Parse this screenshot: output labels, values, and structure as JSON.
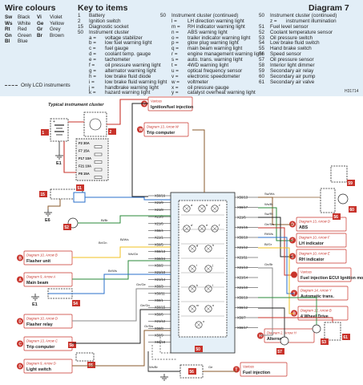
{
  "header": {
    "wire_colours_title": "Wire colours",
    "key_title": "Key to items",
    "diagram_title": "Diagram 7"
  },
  "wire_colours": [
    {
      "code": "Sw",
      "name": "Black",
      "code2": "Vi",
      "name2": "Violet"
    },
    {
      "code": "Ws",
      "name": "White",
      "code2": "Ge",
      "name2": "Yellow"
    },
    {
      "code": "Rt",
      "name": "Red",
      "code2": "Gr",
      "name2": "Grey"
    },
    {
      "code": "Gn",
      "name": "Green",
      "code2": "Br",
      "name2": "Brown"
    },
    {
      "code": "Bl",
      "name": "Blue",
      "code2": "",
      "name2": ""
    }
  ],
  "lcd_note": "Only LCD instruments",
  "key_col1": [
    {
      "num": "1",
      "ind": "",
      "text": "Battery"
    },
    {
      "num": "2",
      "ind": "",
      "text": "Ignition switch"
    },
    {
      "num": "15",
      "ind": "",
      "text": "Diagnostic socket"
    },
    {
      "num": "50",
      "ind": "",
      "text": "Instrument cluster"
    },
    {
      "num": "",
      "ind": "a =",
      "text": "voltage stabilizer"
    },
    {
      "num": "",
      "ind": "b =",
      "text": "low fuel warning light"
    },
    {
      "num": "",
      "ind": "c =",
      "text": "fuel gauge"
    },
    {
      "num": "",
      "ind": "d =",
      "text": "coolant temp. gauge"
    },
    {
      "num": "",
      "ind": "e =",
      "text": "tachometer"
    },
    {
      "num": "",
      "ind": "f =",
      "text": "oil pressure warning light"
    },
    {
      "num": "",
      "ind": "g =",
      "text": "alternator warning light"
    },
    {
      "num": "",
      "ind": "h =",
      "text": "low brake fluid diode"
    },
    {
      "num": "",
      "ind": "i =",
      "text": "low brake fluid warning light"
    },
    {
      "num": "",
      "ind": "j =",
      "text": "handbrake warning light"
    },
    {
      "num": "",
      "ind": "k =",
      "text": "hazard warning light"
    }
  ],
  "key_col2": [
    {
      "num": "50",
      "ind": "",
      "text": "Instrument cluster (continued)"
    },
    {
      "num": "",
      "ind": "l =",
      "text": "LH direction warning light"
    },
    {
      "num": "",
      "ind": "m =",
      "text": "RH indicator warning light"
    },
    {
      "num": "",
      "ind": "n =",
      "text": "ABS warning light"
    },
    {
      "num": "",
      "ind": "o =",
      "text": "trailer indicator warning light"
    },
    {
      "num": "",
      "ind": "p =",
      "text": "glow plug warning light"
    },
    {
      "num": "",
      "ind": "q =",
      "text": "main beam warning light"
    },
    {
      "num": "",
      "ind": "r =",
      "text": "engine management warning light"
    },
    {
      "num": "",
      "ind": "s =",
      "text": "auto. trans. warning light"
    },
    {
      "num": "",
      "ind": "t =",
      "text": "4WD warning light"
    },
    {
      "num": "",
      "ind": "u =",
      "text": "optical frequency sensor"
    },
    {
      "num": "",
      "ind": "v =",
      "text": "electronic speedometer"
    },
    {
      "num": "",
      "ind": "w =",
      "text": "voltmeter"
    },
    {
      "num": "",
      "ind": "x =",
      "text": "oil pressure gauge"
    },
    {
      "num": "",
      "ind": "y =",
      "text": "catalyst overheat warning light"
    }
  ],
  "key_col3": [
    {
      "num": "50",
      "ind": "",
      "text": "Instrument cluster (continued)"
    },
    {
      "num": "",
      "ind": "z =",
      "text": "instrument illumination"
    },
    {
      "num": "51",
      "ind": "",
      "text": "Fuel level sensor"
    },
    {
      "num": "52",
      "ind": "",
      "text": "Coolant temperature sensor"
    },
    {
      "num": "53",
      "ind": "",
      "text": "Oil pressure switch"
    },
    {
      "num": "54",
      "ind": "",
      "text": "Low brake fluid switch"
    },
    {
      "num": "55",
      "ind": "",
      "text": "Hand brake switch"
    },
    {
      "num": "56",
      "ind": "",
      "text": "Speed sensor"
    },
    {
      "num": "57",
      "ind": "",
      "text": "Oil pressure sensor"
    },
    {
      "num": "58",
      "ind": "",
      "text": "Interior light dimmer"
    },
    {
      "num": "59",
      "ind": "",
      "text": "Secondary air relay"
    },
    {
      "num": "60",
      "ind": "",
      "text": "Secondary air pump"
    },
    {
      "num": "61",
      "ind": "",
      "text": "Secondary air valve"
    }
  ],
  "image_code": "H31714",
  "cluster_title": "Typical instrument cluster",
  "fuses": [
    "F2 30A",
    "F7 15A",
    "F17 10A",
    "F21 10A",
    "F8 15A"
  ],
  "earth_labels": [
    "E1",
    "E6",
    "E1"
  ],
  "left_refs": [
    {
      "diagram": "Diagram 10, Arrow B",
      "name": "Flasher unit"
    },
    {
      "diagram": "Diagram 9, Arrow A",
      "name": "Main beam"
    },
    {
      "diagram": "Diagram 10, Arrow D",
      "name": "Flasher relay"
    },
    {
      "diagram": "Diagram 13, Arrow C",
      "name": "Trip computer"
    },
    {
      "diagram": "Diagram 9, Arrow D",
      "name": "Light switch"
    }
  ],
  "top_refs": [
    {
      "diagram": "Various",
      "name": "Ignition/fuel injection"
    },
    {
      "diagram": "Diagram 13, Arrow W",
      "name": "Trip computer"
    }
  ],
  "right_refs": [
    {
      "diagram": "Diagram 13, Arrow D",
      "name": "ABS"
    },
    {
      "diagram": "Diagram 10, Arrow F",
      "name": "LH indicator"
    },
    {
      "diagram": "Diagram 10, Arrow E",
      "name": "RH indicator"
    },
    {
      "diagram": "Various",
      "name": "Fuel injection ECU/ Ignition module"
    },
    {
      "diagram": "Diagram 14, Arrow Y",
      "name": "Automatic trans."
    },
    {
      "diagram": "Diagram 12, Arrow B",
      "name": "4 Wheel Drive"
    },
    {
      "diagram": "Diagram 2, Arrow H",
      "name": "Alternator"
    }
  ],
  "bottom_refs": [
    {
      "diagram": "Various",
      "name": "Fuel injection"
    }
  ],
  "items": [
    "1",
    "2",
    "15",
    "51",
    "52",
    "53",
    "54",
    "55",
    "56",
    "57",
    "58",
    "59",
    "60",
    "61"
  ],
  "cluster_items": [
    "a",
    "b",
    "c",
    "d",
    "e",
    "f",
    "g",
    "h",
    "i",
    "j",
    "k",
    "l",
    "m",
    "n",
    "o",
    "p",
    "q",
    "r",
    "s",
    "t",
    "u",
    "v",
    "w",
    "x",
    "y",
    "z"
  ],
  "connectors_left": [
    "X56/16",
    "X21/9",
    "X21/8",
    "X21/3",
    "X21/6",
    "X56/4",
    "X21/1",
    "X56/5",
    "X56/13",
    "X56/24",
    "X56/2",
    "X21/10",
    "X21/14",
    "X56/3",
    "X56/11",
    "X56/1",
    "X56/15",
    "X56/6",
    "X21/12",
    "X56/8",
    "X56/9",
    "X56/18"
  ],
  "connectors_right": [
    "X56/13",
    "X56/17",
    "X21/6",
    "X21/15",
    "X56/10",
    "X21/12",
    "X21/11",
    "X21/13",
    "X21/14",
    "X21/10",
    "X56/19",
    "X56/12",
    "X56/7",
    "X56/17"
  ],
  "wire_labels": [
    "Sw",
    "Rt",
    "Bl/Ws",
    "Ws/Gn",
    "Gn/Ge",
    "Ge/Gn",
    "Gr/Sw",
    "Br/Ws",
    "Br/Gn",
    "Bl/Br",
    "Sw/Ws",
    "Ws/Bl",
    "Sw/Rt",
    "Ge/Sw",
    "Rt/Ws",
    "Bl/Gr",
    "Gn/Br",
    "Bl/Rt",
    "Ws/Br",
    "Ge"
  ]
}
